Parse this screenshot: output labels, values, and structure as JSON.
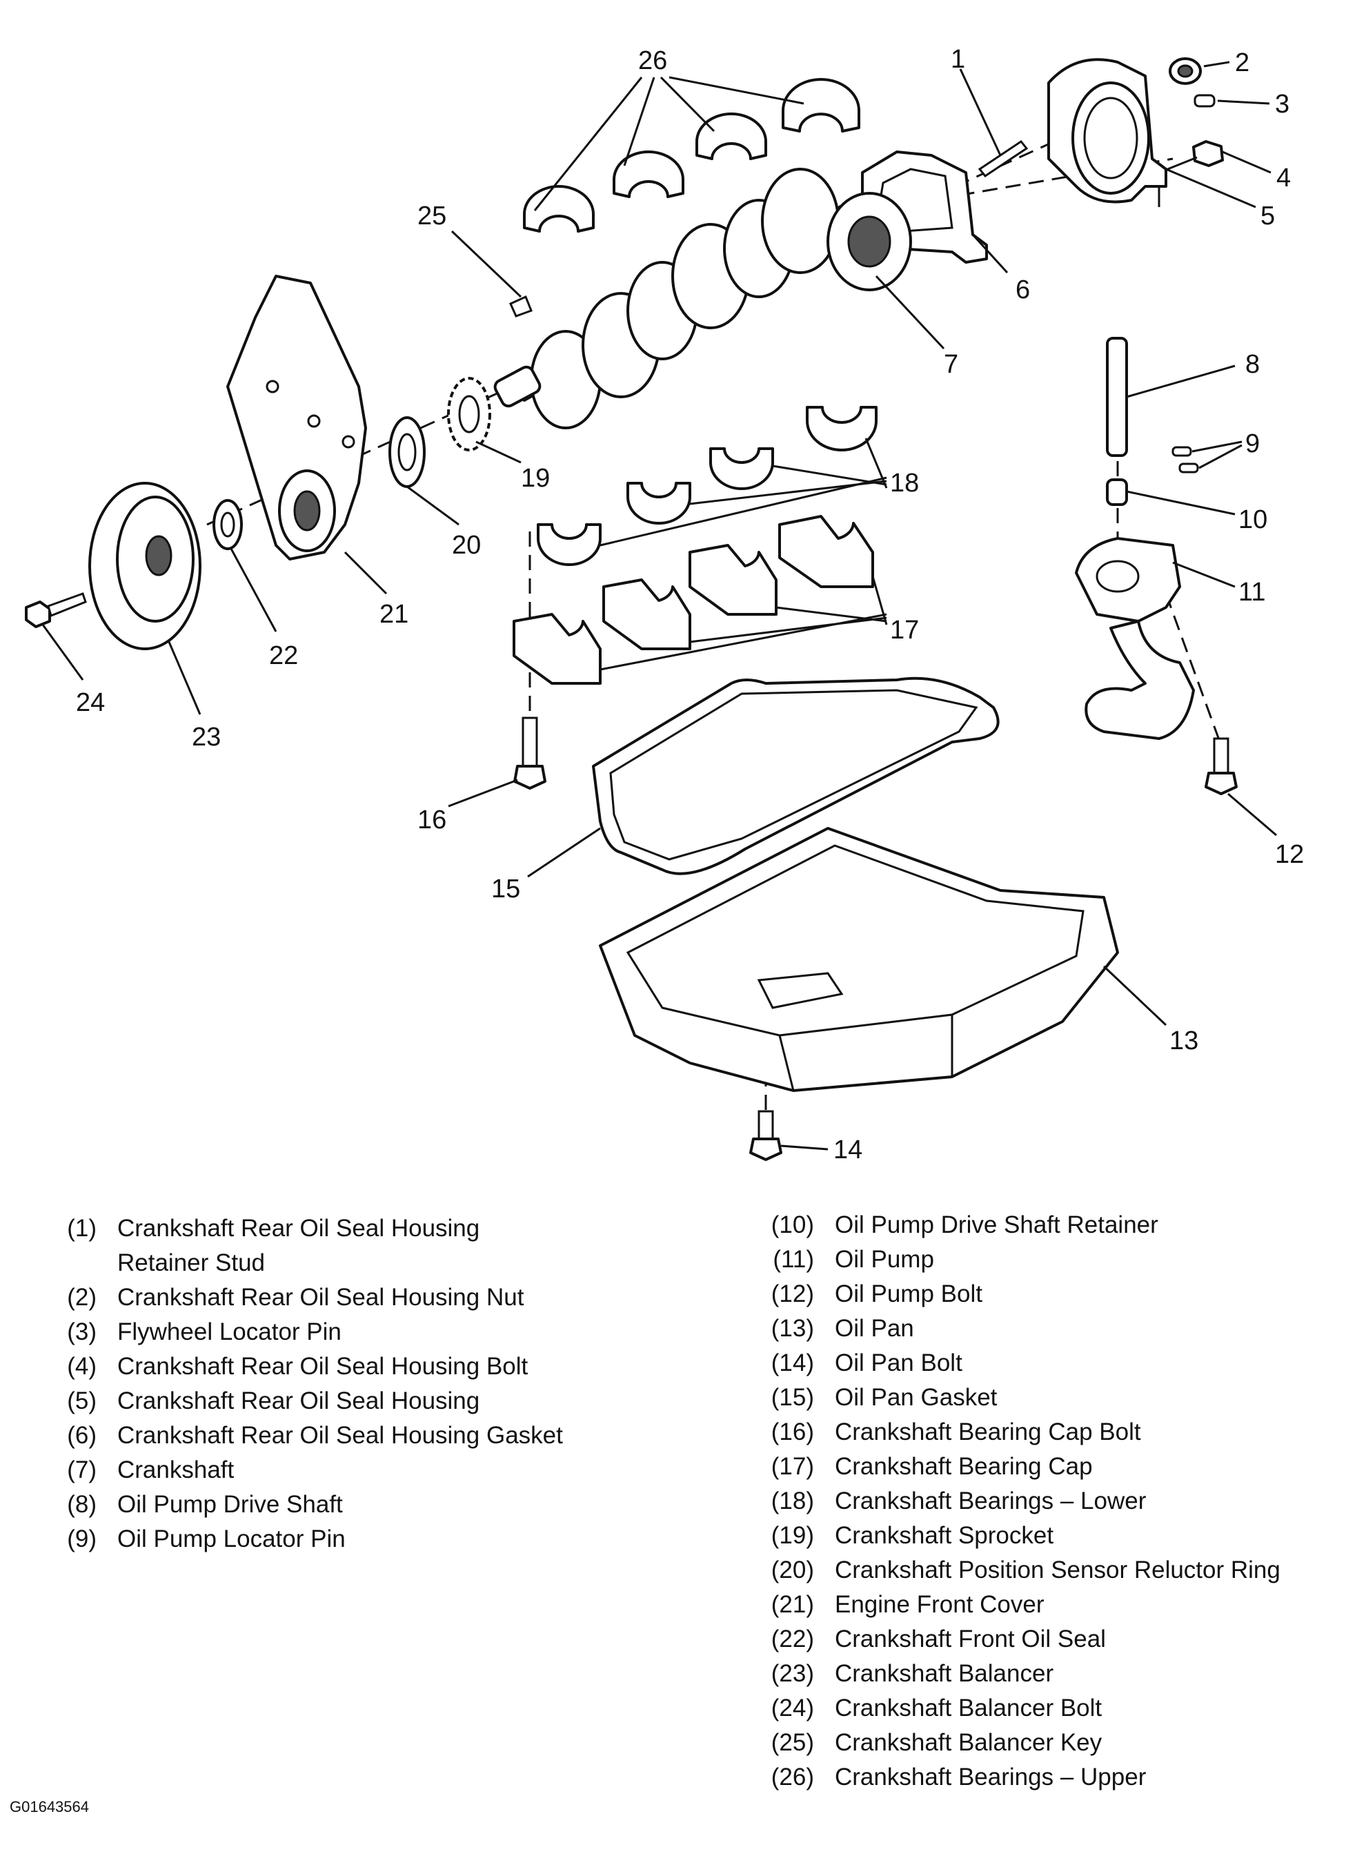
{
  "callouts": [
    "1",
    "2",
    "3",
    "4",
    "5",
    "6",
    "7",
    "8",
    "9",
    "10",
    "11",
    "12",
    "13",
    "14",
    "15",
    "16",
    "17",
    "18",
    "19",
    "20",
    "21",
    "22",
    "23",
    "24",
    "25",
    "26"
  ],
  "legend_left": [
    {
      "num": "(1)",
      "text": "Crankshaft Rear Oil Seal Housing",
      "text2": "Retainer Stud"
    },
    {
      "num": "(2)",
      "text": "Crankshaft Rear Oil Seal Housing Nut"
    },
    {
      "num": "(3)",
      "text": "Flywheel Locator Pin"
    },
    {
      "num": "(4)",
      "text": "Crankshaft Rear Oil Seal Housing Bolt"
    },
    {
      "num": "(5)",
      "text": "Crankshaft Rear Oil Seal Housing"
    },
    {
      "num": "(6)",
      "text": "Crankshaft Rear Oil Seal Housing Gasket"
    },
    {
      "num": "(7)",
      "text": "Crankshaft"
    },
    {
      "num": "(8)",
      "text": "Oil Pump Drive Shaft"
    },
    {
      "num": "(9)",
      "text": "Oil Pump Locator Pin"
    }
  ],
  "legend_right": [
    {
      "num": "(10)",
      "text": "Oil Pump Drive Shaft Retainer"
    },
    {
      "num": "(11)",
      "text": "Oil Pump"
    },
    {
      "num": "(12)",
      "text": "Oil Pump Bolt"
    },
    {
      "num": "(13)",
      "text": "Oil Pan"
    },
    {
      "num": "(14)",
      "text": "Oil Pan Bolt"
    },
    {
      "num": "(15)",
      "text": "Oil Pan Gasket"
    },
    {
      "num": "(16)",
      "text": "Crankshaft Bearing Cap Bolt"
    },
    {
      "num": "(17)",
      "text": "Crankshaft Bearing Cap"
    },
    {
      "num": "(18)",
      "text": "Crankshaft Bearings – Lower"
    },
    {
      "num": "(19)",
      "text": "Crankshaft Sprocket"
    },
    {
      "num": "(20)",
      "text": "Crankshaft Position Sensor Reluctor Ring"
    },
    {
      "num": "(21)",
      "text": "Engine Front Cover"
    },
    {
      "num": "(22)",
      "text": "Crankshaft Front Oil Seal"
    },
    {
      "num": "(23)",
      "text": "Crankshaft Balancer"
    },
    {
      "num": "(24)",
      "text": "Crankshaft Balancer Bolt"
    },
    {
      "num": "(25)",
      "text": "Crankshaft Balancer Key"
    },
    {
      "num": "(26)",
      "text": "Crankshaft Bearings – Upper"
    }
  ],
  "figure_id": "G01643564"
}
